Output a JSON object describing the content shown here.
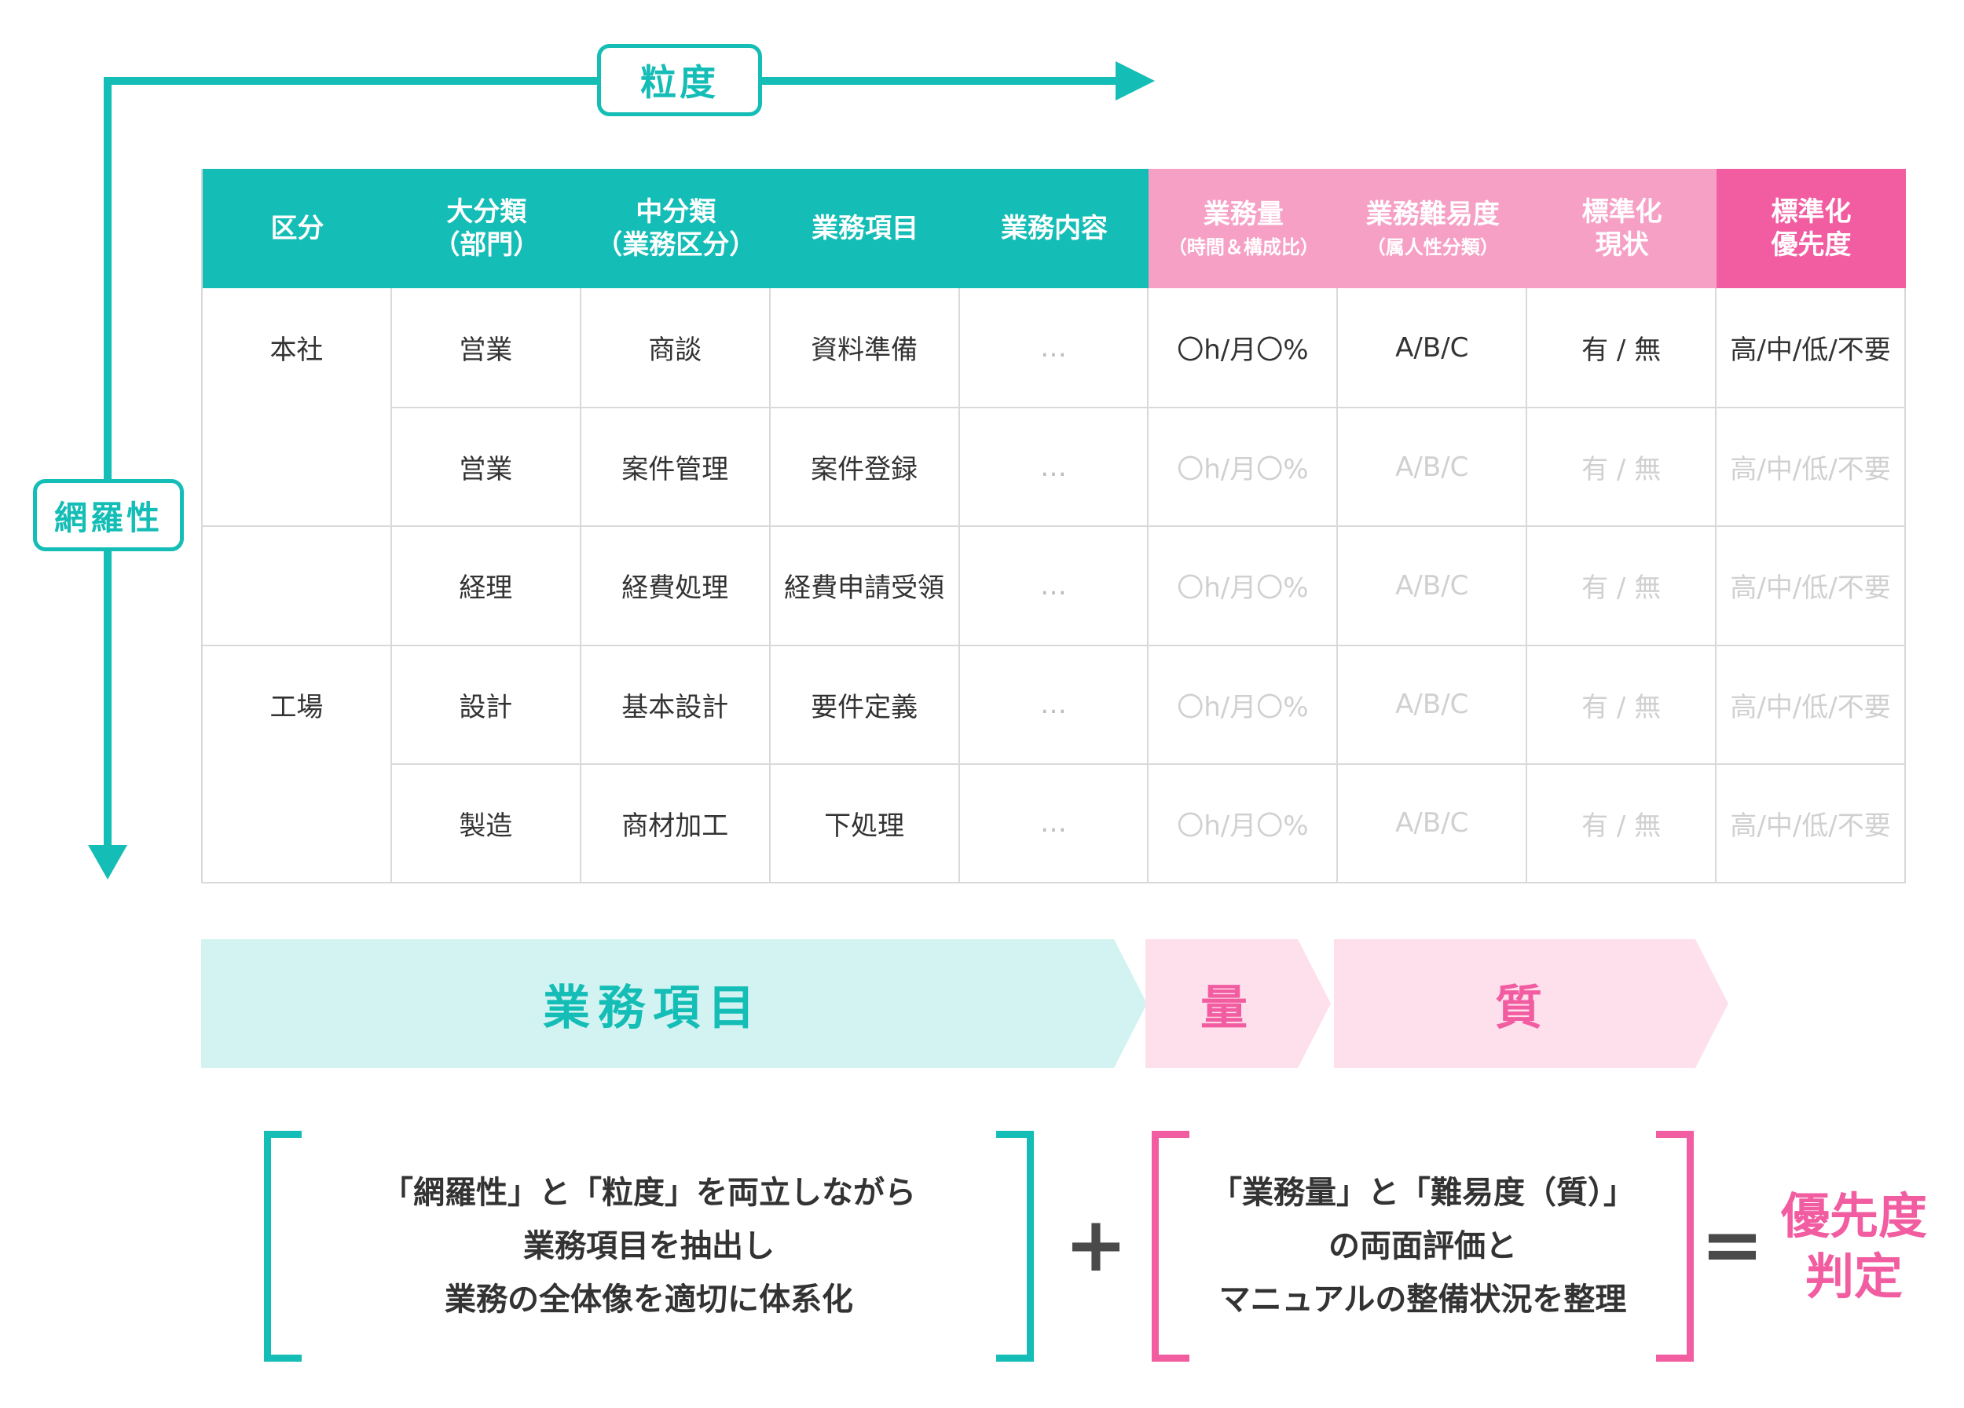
{
  "axes": {
    "horizontal_label": "粒度",
    "vertical_label": "網羅性",
    "color": "#14bdb6"
  },
  "table": {
    "headers": [
      {
        "line1": "区分",
        "line2": "",
        "sub": ""
      },
      {
        "line1": "大分類",
        "line2": "（部門）",
        "sub": ""
      },
      {
        "line1": "中分類",
        "line2": "（業務区分）",
        "sub": ""
      },
      {
        "line1": "業務項目",
        "line2": "",
        "sub": ""
      },
      {
        "line1": "業務内容",
        "line2": "",
        "sub": ""
      },
      {
        "line1": "業務量",
        "line2": "",
        "sub": "（時間＆構成比）"
      },
      {
        "line1": "業務難易度",
        "line2": "",
        "sub": "（属人性分類）"
      },
      {
        "line1": "標準化",
        "line2": "現状",
        "sub": ""
      },
      {
        "line1": "標準化",
        "line2": "優先度",
        "sub": ""
      }
    ],
    "rows": [
      [
        "本社",
        "営業",
        "商談",
        "資料準備",
        "…",
        "〇h/月〇%",
        "A/B/C",
        "有 / 無",
        "高/中/低/不要"
      ],
      [
        "",
        "営業",
        "案件管理",
        "案件登録",
        "…",
        "〇h/月〇%",
        "A/B/C",
        "有 / 無",
        "高/中/低/不要"
      ],
      [
        "",
        "経理",
        "経費処理",
        "経費申請受領",
        "…",
        "〇h/月〇%",
        "A/B/C",
        "有 / 無",
        "高/中/低/不要"
      ],
      [
        "工場",
        "設計",
        "基本設計",
        "要件定義",
        "…",
        "〇h/月〇%",
        "A/B/C",
        "有 / 無",
        "高/中/低/不要"
      ],
      [
        "",
        "製造",
        "商材加工",
        "下処理",
        "…",
        "〇h/月〇%",
        "A/B/C",
        "有 / 無",
        "高/中/低/不要"
      ]
    ]
  },
  "banners": {
    "items": "業務項目",
    "quantity": "量",
    "quality": "質"
  },
  "summary": {
    "left_lines": [
      "「網羅性」と「粒度」を両立しながら",
      "業務項目を抽出し",
      "業務の全体像を適切に体系化"
    ],
    "plus": "+",
    "right_lines": [
      "「業務量」と「難易度（質）」",
      "の両面評価と",
      "マニュアルの整備状況を整理"
    ],
    "equals": "=",
    "result_lines": [
      "優先度",
      "判定"
    ]
  },
  "colors": {
    "teal": "#14bdb6",
    "pink_light": "#f7a0c6",
    "magenta": "#f25ca0",
    "teal_banner": "#d2f3f1",
    "pink_banner": "#fde0ec"
  }
}
